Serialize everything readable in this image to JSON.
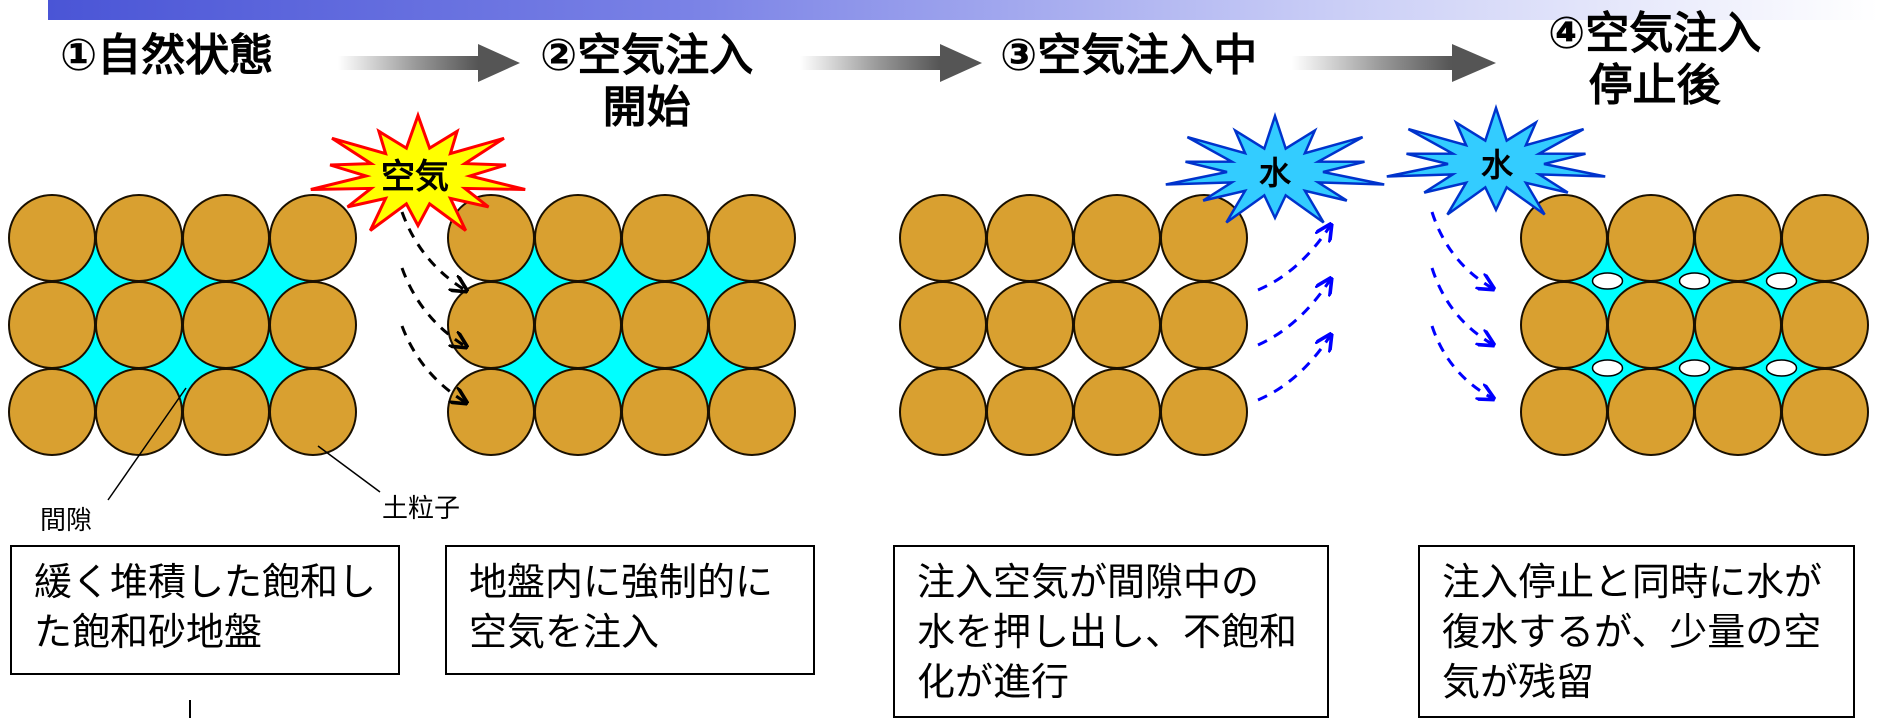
{
  "stages": [
    {
      "title_lines": [
        "①自然状態"
      ]
    },
    {
      "title_lines": [
        "②空気注入",
        "開始"
      ]
    },
    {
      "title_lines": [
        "③空気注入中"
      ]
    },
    {
      "title_lines": [
        "④空気注入",
        "停止後"
      ]
    }
  ],
  "bursts": {
    "air": "空気",
    "water1": "水",
    "water2": "水"
  },
  "labels": {
    "pore": "間隙",
    "particle": "土粒子"
  },
  "captions": [
    {
      "lines": [
        "緩く堆積した飽和し",
        "た飽和砂地盤"
      ]
    },
    {
      "lines": [
        "地盤内に強制的に",
        "空気を注入"
      ]
    },
    {
      "lines": [
        "注入空気が間隙中の",
        "水を押し出し、不飽和",
        "化が進行"
      ]
    },
    {
      "lines": [
        "注入停止と同時に水が",
        "復水するが、少量の空",
        "気が残留"
      ]
    }
  ],
  "colors": {
    "particle": "#d9a030",
    "particle_edge": "#1a1000",
    "pore_water": "#00ffff",
    "air_burst": "#ffff00",
    "air_burst_edge": "#ff0000",
    "water_burst": "#33ccff",
    "water_burst_edge": "#0033cc",
    "arrow_black": "#000000",
    "arrow_blue": "#0000ff",
    "header_bar": "#4a55d6"
  },
  "icons": [
    "air-burst-icon",
    "water-burst-icon",
    "dashed-curved-arrow-icon",
    "process-arrow-icon"
  ]
}
